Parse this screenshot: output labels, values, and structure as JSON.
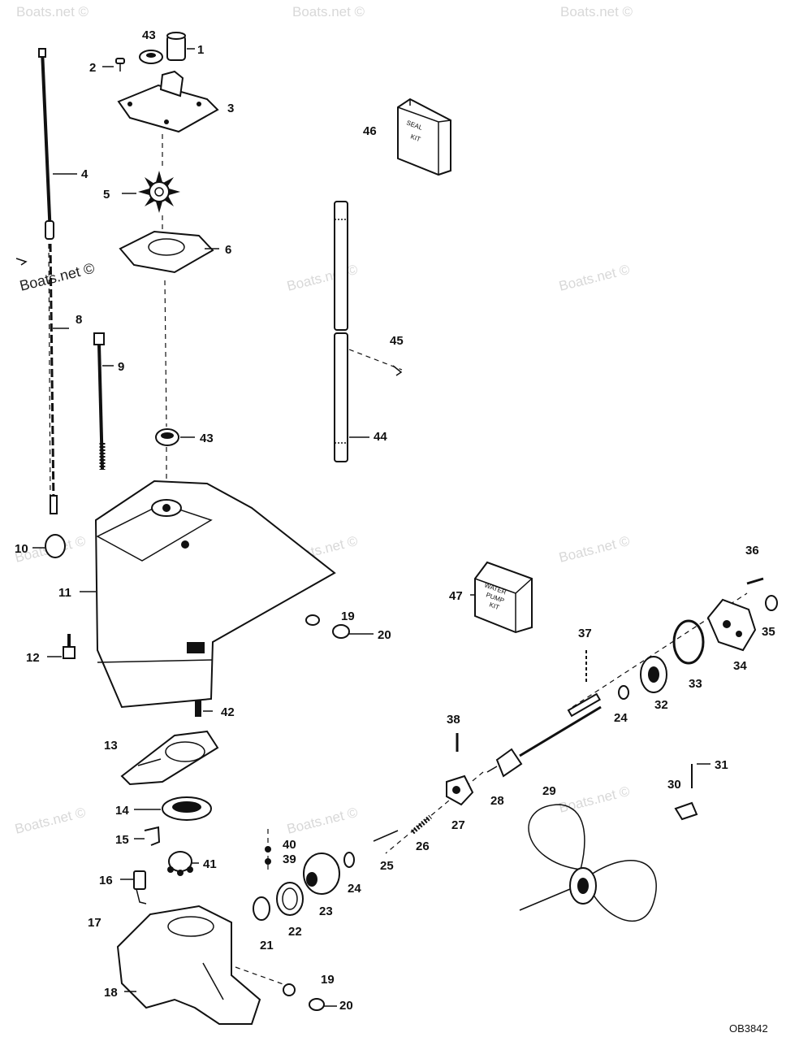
{
  "diagram": {
    "watermark_text": "Boats.net ©",
    "drawing_code": "OB3842",
    "kits": {
      "seal_kit": [
        "SEAL",
        "KIT"
      ],
      "water_pump_kit": [
        "WATER",
        "PUMP",
        "KIT"
      ]
    },
    "callouts": [
      "1",
      "2",
      "3",
      "4",
      "5",
      "6",
      "8",
      "9",
      "10",
      "11",
      "12",
      "13",
      "14",
      "15",
      "16",
      "17",
      "18",
      "19",
      "20",
      "21",
      "22",
      "23",
      "24",
      "25",
      "26",
      "27",
      "28",
      "29",
      "30",
      "31",
      "32",
      "33",
      "34",
      "35",
      "36",
      "37",
      "38",
      "39",
      "40",
      "41",
      "42",
      "43",
      "44",
      "45",
      "46",
      "47"
    ],
    "colors": {
      "ink": "#111111",
      "watermark": "#d8d8d8",
      "background": "#ffffff"
    }
  }
}
